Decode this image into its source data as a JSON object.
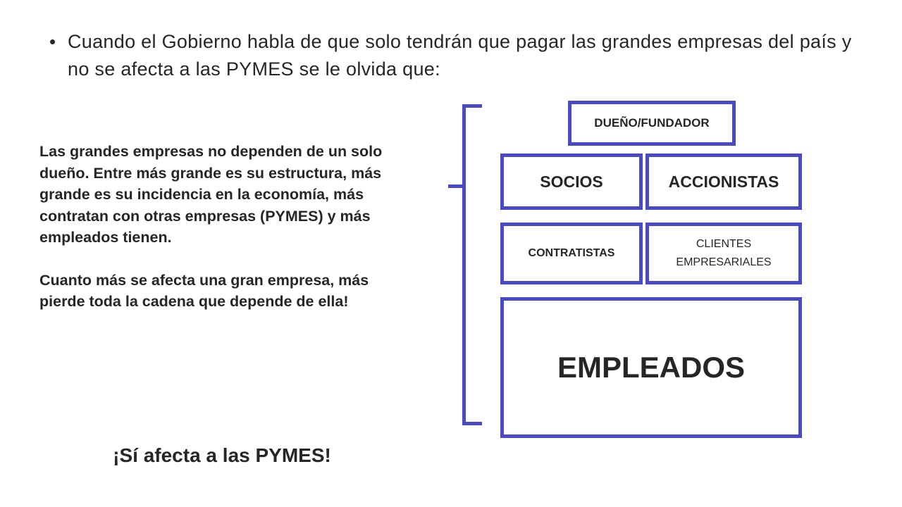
{
  "header": {
    "bullet_symbol": "•",
    "bullet_text": "Cuando el Gobierno habla de que solo tendrán que pagar las grandes empresas del país y no se afecta a las PYMES se le olvida que:"
  },
  "explanation": {
    "paragraph_1": "Las grandes empresas no dependen de un solo dueño. Entre más grande es su estructura, más grande es su incidencia en la economía, más contratan con otras empresas (PYMES) y más empleados tienen.",
    "paragraph_2": "Cuanto más se afecta una gran empresa, más pierde toda la cadena que depende de ella!"
  },
  "conclusion": "¡Sí afecta a las PYMES!",
  "diagram": {
    "owner": "DUEÑO/FUNDADOR",
    "partners": "SOCIOS",
    "shareholders": "ACCIONISTAS",
    "contractors": "CONTRATISTAS",
    "business_clients": "CLIENTES\nEMPRESARIALES",
    "employees": "EMPLEADOS"
  },
  "colors": {
    "box_border": "#4a4ac9",
    "text": "#262626",
    "background": "#ffffff"
  }
}
